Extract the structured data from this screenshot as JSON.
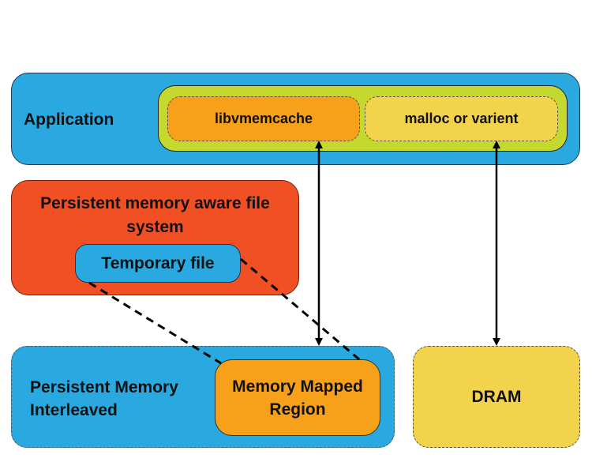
{
  "colors": {
    "application": "#29a9e0",
    "app_inner": "#c4d82e",
    "libvmemcache": "#f7a11a",
    "malloc": "#f2d34b",
    "fs": "#f05023",
    "temp_file": "#29a9e0",
    "pmem": "#29a9e0",
    "mapped_region": "#f7a11a",
    "dram": "#f2d34b"
  },
  "application": {
    "label": "Application"
  },
  "libvmemcache": {
    "label": "libvmemcache"
  },
  "malloc": {
    "label": "malloc or varient"
  },
  "filesystem": {
    "label": "Persistent memory aware file system"
  },
  "temp_file": {
    "label": "Temporary file"
  },
  "pmem": {
    "label": "Persistent Memory Interleaved"
  },
  "mapped_region": {
    "label": "Memory Mapped Region"
  },
  "dram": {
    "label": "DRAM"
  }
}
